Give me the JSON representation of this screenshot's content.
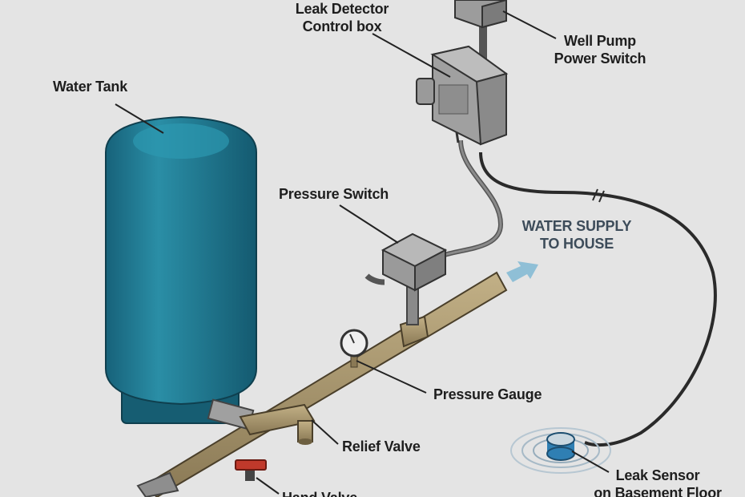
{
  "labels": {
    "leak_detector_line1": "Leak Detector",
    "leak_detector_line2": "Control box",
    "well_pump_line1": "Well Pump",
    "well_pump_line2": "Power Switch",
    "water_tank": "Water Tank",
    "pressure_switch": "Pressure Switch",
    "water_supply_line1": "WATER SUPPLY",
    "water_supply_line2": "TO HOUSE",
    "pressure_gauge": "Pressure Gauge",
    "relief_valve": "Relief Valve",
    "leak_sensor_line1": "Leak Sensor",
    "leak_sensor_line2": "on Basement Floor",
    "hand_valve_partial": "Hand Valve"
  },
  "colors": {
    "background": "#e4e4e4",
    "tank": "#1f7e95",
    "pipe": "#a3926a",
    "box": "#9a9a9a",
    "arrow": "#8fbfd6",
    "valve_handle": "#c0392b",
    "sensor": "#2f7fb3"
  }
}
